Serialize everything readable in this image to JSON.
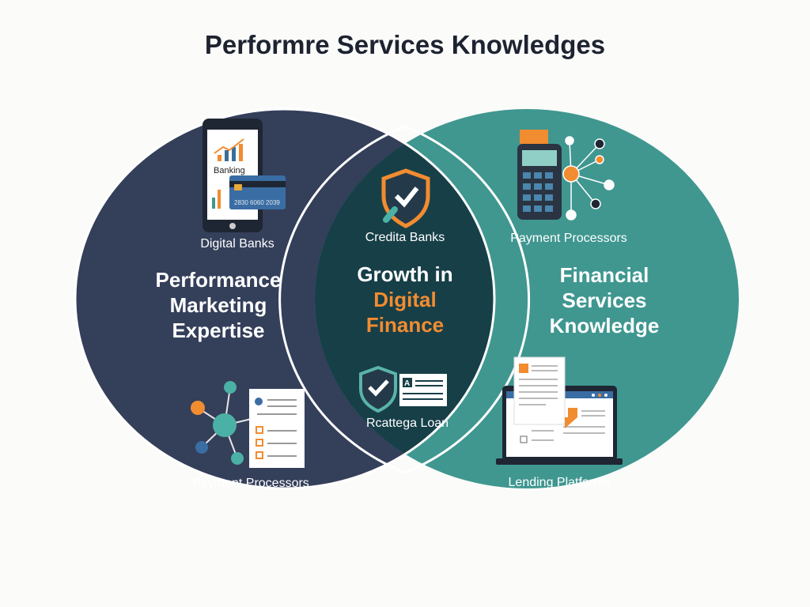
{
  "title": "Performre Services Knowledges",
  "colors": {
    "left": "#343f5a",
    "right": "#3f9790",
    "center": "#173f48",
    "accent": "#f28c30"
  },
  "left": {
    "heading": [
      "Performance",
      "Marketing",
      "Expertise"
    ],
    "top_label": "Digital Banks",
    "bottom_label": "Payment Processors",
    "phone_text": "Banking",
    "card_number": "2830 6060 2039"
  },
  "center": {
    "heading_white": "Growth in",
    "heading_orange": [
      "Digital",
      "Finance"
    ],
    "top_label": "Credita Banks",
    "bottom_label": "Rcattega Loan"
  },
  "right": {
    "heading": [
      "Financial",
      "Services",
      "Knowledge"
    ],
    "top_label": "Payment Processors",
    "bottom_label": "Lending Platforms"
  }
}
